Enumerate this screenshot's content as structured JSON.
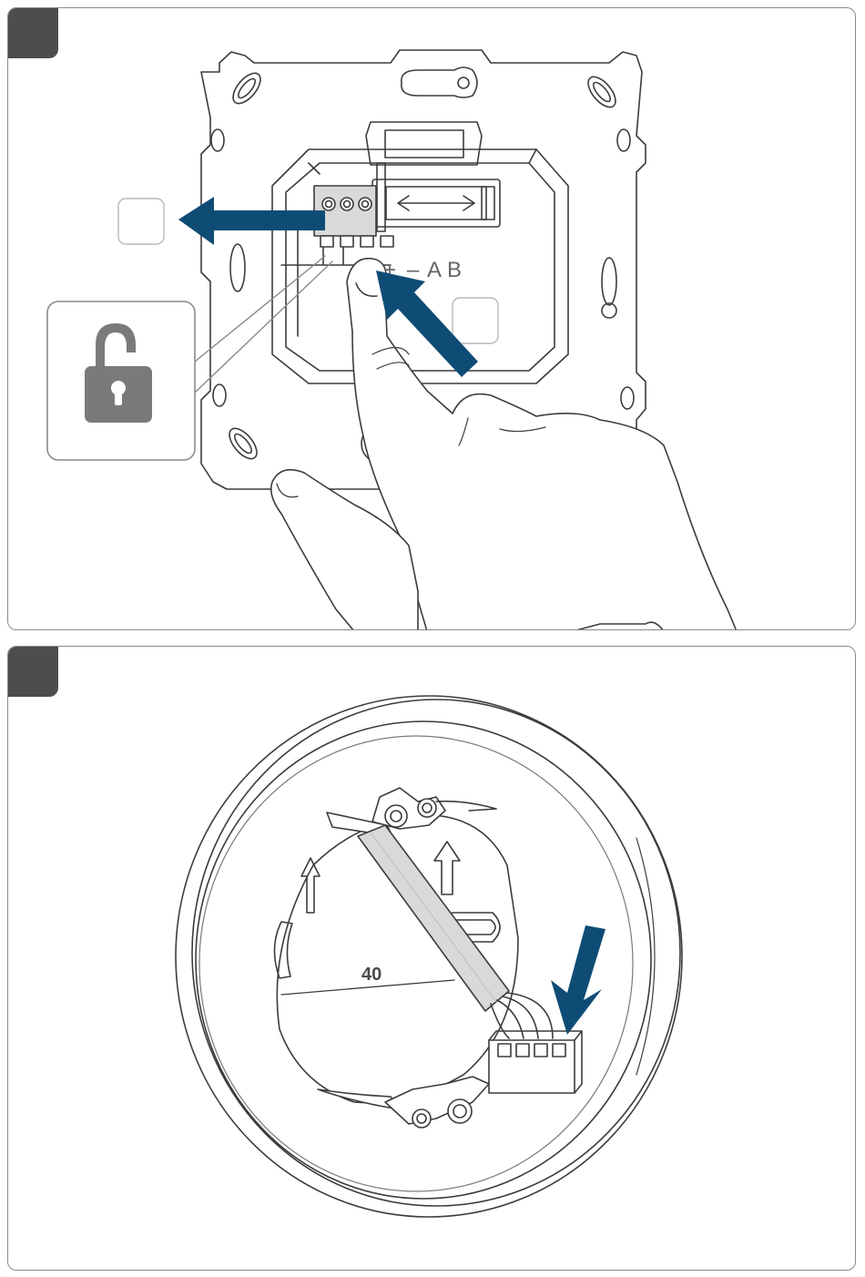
{
  "steps": [
    {
      "terminal_labels": {
        "plus": "+",
        "minus": "–",
        "a": "A",
        "b": "B"
      },
      "icons": [
        "unlock-icon",
        "arrow-left-icon",
        "arrow-diagonal-icon"
      ]
    },
    {
      "dimension_label": "40",
      "icons": [
        "arrow-down-icon",
        "arrow-up-icon"
      ]
    }
  ],
  "colors": {
    "accent_arrow": "#0f4c75",
    "badge": "#4d4d4d",
    "line": "#3c3c3c",
    "lock_icon": "#7a7a7a",
    "frame": "#8a8a8a"
  }
}
